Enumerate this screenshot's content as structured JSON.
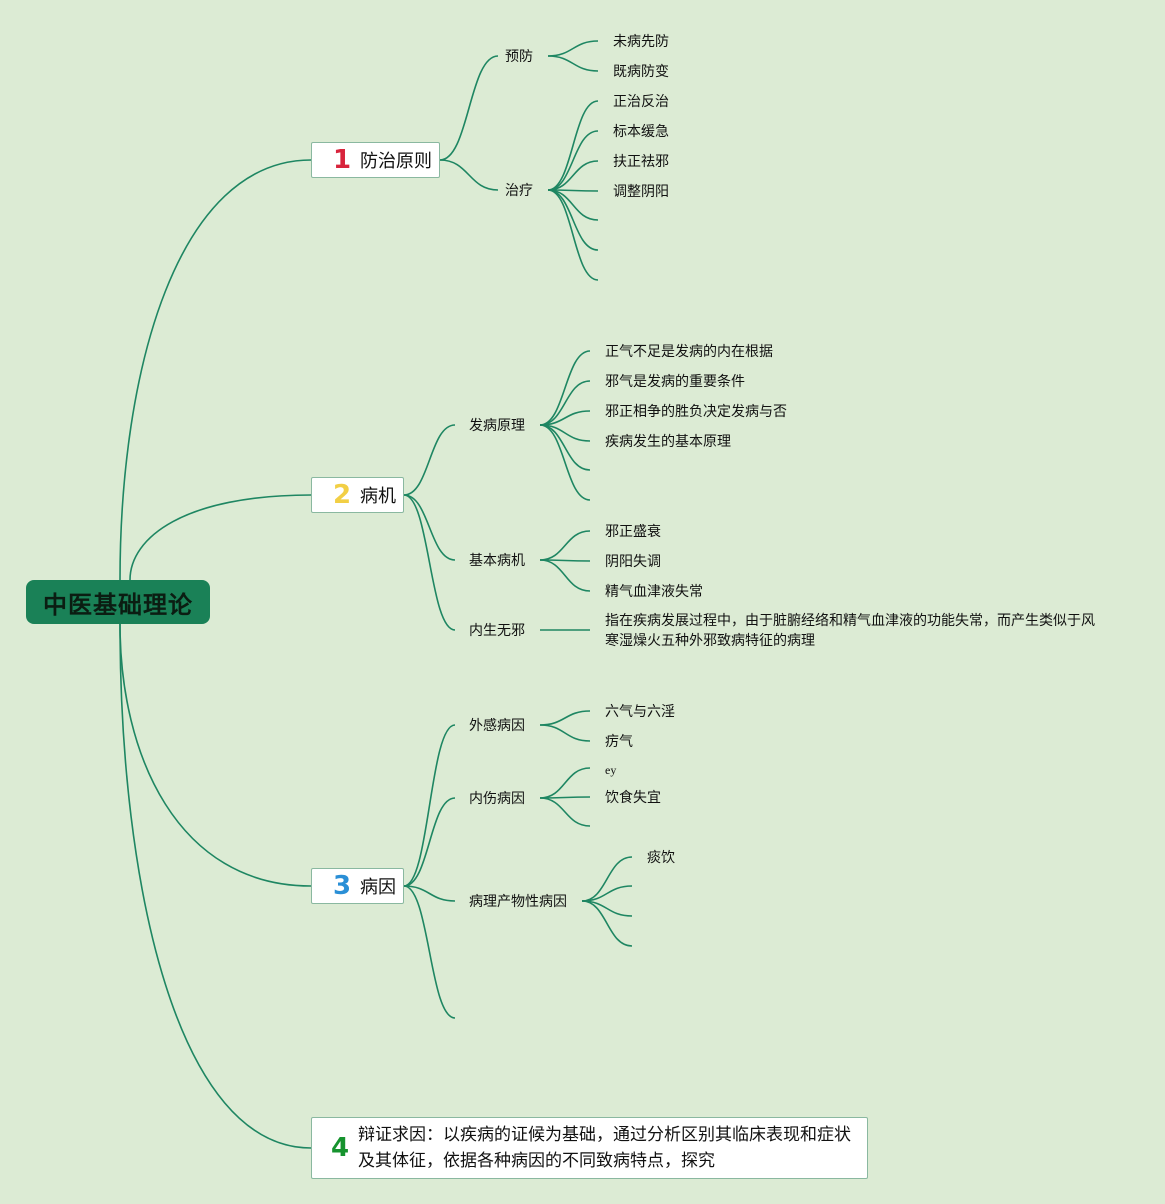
{
  "root": {
    "title": "中医基础理论"
  },
  "colors": {
    "background": "#dcebd4",
    "line": "#1e8662",
    "root_fill": "#1a8157",
    "num1": "#d8243c",
    "num2": "#f2cf45",
    "num3": "#2a8fd6",
    "num4": "#16932e"
  },
  "branches": [
    {
      "number": "1",
      "label": "防治原则",
      "children": [
        {
          "label": "预防",
          "children": [
            "未病先防",
            "既病防变"
          ]
        },
        {
          "label": "治疗",
          "children": [
            "正治反治",
            "标本缓急",
            "扶正祛邪",
            "调整阴阳",
            "",
            "",
            ""
          ]
        }
      ]
    },
    {
      "number": "2",
      "label": "病机",
      "children": [
        {
          "label": "发病原理",
          "children": [
            "正气不足是发病的内在根据",
            "邪气是发病的重要条件",
            "邪正相争的胜负决定发病与否",
            "疾病发生的基本原理",
            "",
            ""
          ]
        },
        {
          "label": "基本病机",
          "children": [
            "邪正盛衰",
            "阴阳失调",
            "精气血津液失常"
          ]
        },
        {
          "label": "内生无邪",
          "children": [
            "指在疾病发展过程中，由于脏腑经络和精气血津液的功能失常，而产生类似于风寒湿燥火五种外邪致病特征的病理"
          ]
        }
      ]
    },
    {
      "number": "3",
      "label": "病因",
      "children": [
        {
          "label": "外感病因",
          "children": [
            "六气与六淫",
            "疠气"
          ]
        },
        {
          "label": "内伤病因",
          "children": [
            "ey",
            "饮食失宜",
            ""
          ]
        },
        {
          "label": "病理产物性病因",
          "children": [
            "痰饮",
            "",
            "",
            ""
          ]
        },
        {
          "label": "",
          "children": []
        }
      ]
    },
    {
      "number": "4",
      "label": "辩证求因：以疾病的证候为基础，通过分析区别其临床表现和症状及其体征，依据各种病因的不同致病特点，探究",
      "children": []
    }
  ]
}
